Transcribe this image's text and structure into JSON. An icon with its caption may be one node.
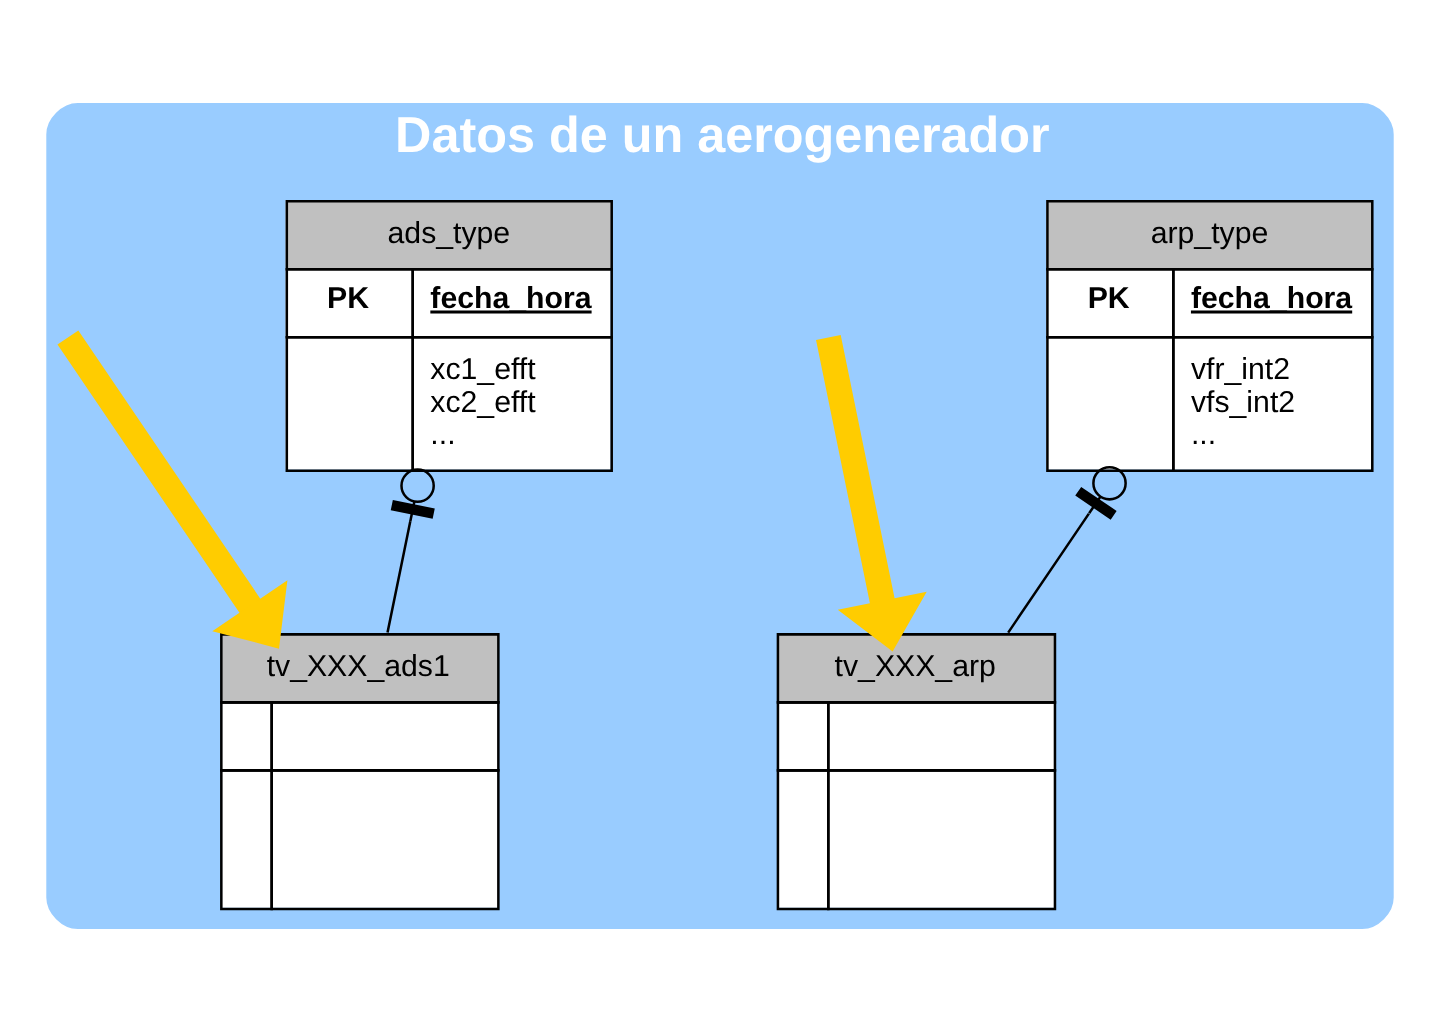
{
  "diagram": {
    "nodes": [
      {
        "text": [
          "Datos de un aerogenerador"
        ]
      },
      {
        "text": [
          "arp_type",
          "PK",
          "fecha_hora",
          "vfr_int2 vfs_int2 ..."
        ],
        "in": 0
      },
      {
        "text": [
          "ads_type",
          "PK",
          "fecha_hora",
          "xc1_efft xc2_efft ..."
        ],
        "in": 0
      },
      {
        "text": [
          "tv_XXX_arp"
        ],
        "in": 0
      },
      {
        "text": [
          "tv_XXX_ads1"
        ],
        "in": 0
      }
    ],
    "edges": [
      {
        "from": 1,
        "to": 3,
        "arrow": "other"
      },
      {
        "from": 2,
        "to": 4,
        "arrow": "other"
      },
      {
        "from": null,
        "to": 3,
        "arrow": "to",
        "style": "thick",
        "color": "#ffcc00"
      },
      {
        "from": null,
        "to": 4,
        "arrow": "to",
        "style": "thick",
        "color": "#ffcc00"
      }
    ]
  }
}
